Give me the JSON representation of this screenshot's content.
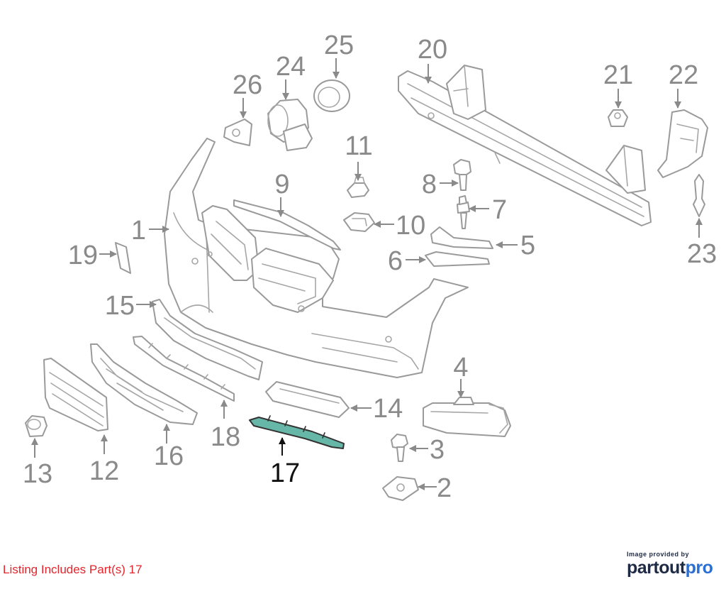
{
  "callouts": {
    "c1": "1",
    "c2": "2",
    "c3": "3",
    "c4": "4",
    "c5": "5",
    "c6": "6",
    "c7": "7",
    "c8": "8",
    "c9": "9",
    "c10": "10",
    "c11": "11",
    "c12": "12",
    "c13": "13",
    "c14": "14",
    "c15": "15",
    "c16": "16",
    "c17": "17",
    "c18": "18",
    "c19": "19",
    "c20": "20",
    "c21": "21",
    "c22": "22",
    "c23": "23",
    "c24": "24",
    "c25": "25",
    "c26": "26"
  },
  "highlighted_part": "17",
  "footer": {
    "listing_text": "Listing Includes Part(s) 17"
  },
  "credit": {
    "top_text": "Image provided by",
    "logo_part1": "part",
    "logo_part2": "out",
    "logo_part3": "pro"
  },
  "colors": {
    "highlight_fill": "#66b7a8",
    "callout_gray": "#8a8a8a",
    "listing_red": "#e4252b",
    "logo_navy": "#1f2a44",
    "logo_blue": "#2a6fd6"
  }
}
